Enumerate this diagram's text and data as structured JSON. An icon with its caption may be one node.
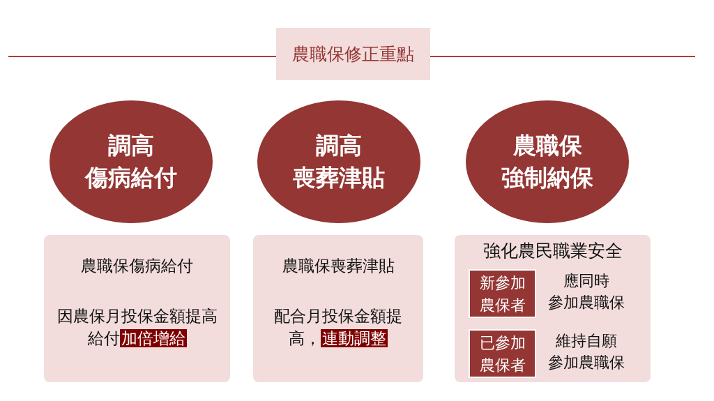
{
  "diagram": {
    "title": "農職保修正重點",
    "nodes": [
      {
        "text": [
          "調高傷病給付"
        ]
      },
      {
        "text": [
          "調高喪葬津貼"
        ]
      },
      {
        "text": [
          "農職保強制納保"
        ]
      },
      {
        "text": [
          "農職保傷病給付",
          "因農保月投保金額提高給付**加倍增給**"
        ]
      },
      {
        "text": [
          "農職保喪葬津貼",
          "配合月投保金額提高，**連動調整**"
        ]
      },
      {
        "text": [
          "強化農民職業安全"
        ]
      },
      {
        "text": [
          "新參加農保者"
        ],
        "in": 5,
        "beside": [
          "應同時參加農職保"
        ]
      },
      {
        "text": [
          "已參加農保者"
        ],
        "in": 5,
        "beside": [
          "維持自願參加農職保"
        ]
      }
    ],
    "edges": []
  }
}
